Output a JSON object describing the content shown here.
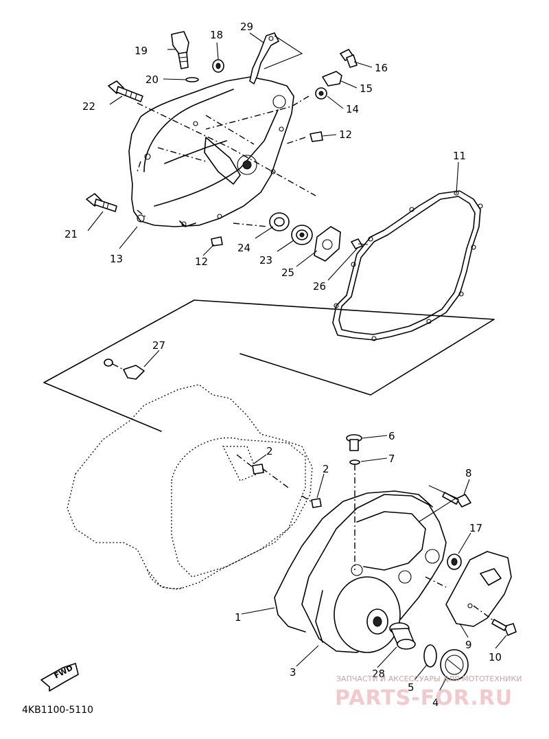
{
  "diagram": {
    "doc_code": "4KB1100-5110",
    "forward_label": "FWD",
    "watermark": {
      "caption": "ЗАПЧАСТИ И АКСЕССУАРЫ ДЛЯ МОТОТЕХНИКИ",
      "brand": "PARTS-FOR.RU"
    },
    "callouts": [
      {
        "id": "1",
        "text": "1"
      },
      {
        "id": "2a",
        "text": "2"
      },
      {
        "id": "2b",
        "text": "2"
      },
      {
        "id": "3",
        "text": "3"
      },
      {
        "id": "4",
        "text": "4"
      },
      {
        "id": "5",
        "text": "5"
      },
      {
        "id": "6",
        "text": "6"
      },
      {
        "id": "7",
        "text": "7"
      },
      {
        "id": "8",
        "text": "8"
      },
      {
        "id": "9",
        "text": "9"
      },
      {
        "id": "10",
        "text": "10"
      },
      {
        "id": "11",
        "text": "11"
      },
      {
        "id": "12a",
        "text": "12"
      },
      {
        "id": "12b",
        "text": "12"
      },
      {
        "id": "13",
        "text": "13"
      },
      {
        "id": "14",
        "text": "14"
      },
      {
        "id": "15",
        "text": "15"
      },
      {
        "id": "16",
        "text": "16"
      },
      {
        "id": "17",
        "text": "17"
      },
      {
        "id": "18",
        "text": "18"
      },
      {
        "id": "19",
        "text": "19"
      },
      {
        "id": "20",
        "text": "20"
      },
      {
        "id": "21",
        "text": "21"
      },
      {
        "id": "22",
        "text": "22"
      },
      {
        "id": "23",
        "text": "23"
      },
      {
        "id": "24",
        "text": "24"
      },
      {
        "id": "25",
        "text": "25"
      },
      {
        "id": "26",
        "text": "26"
      },
      {
        "id": "27",
        "text": "27"
      },
      {
        "id": "28",
        "text": "28"
      },
      {
        "id": "29",
        "text": "29"
      }
    ]
  }
}
